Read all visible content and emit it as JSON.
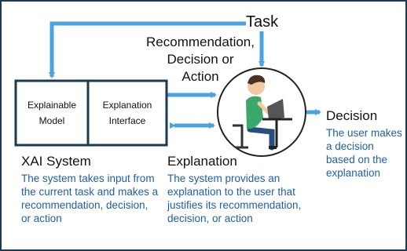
{
  "task": {
    "label": "Task"
  },
  "recommendation": {
    "lines": [
      "Recommendation,",
      "Decision or",
      "Action"
    ]
  },
  "xai_system": {
    "model_label": [
      "Explainable",
      "Model"
    ],
    "interface_label": [
      "Explanation",
      "Interface"
    ],
    "title": "XAI System",
    "description": "The system takes input from the current task and makes a recommendation, decision, or action"
  },
  "explanation": {
    "title": "Explanation",
    "description": "The system provides an explanation to the user that justifies its recommendation, decision, or action"
  },
  "decision": {
    "title": "Decision",
    "description": "The user makes a decision based on the explanation"
  },
  "colors": {
    "arrow": "#4aa3df",
    "box_border": "#1a3a55",
    "description_text": "#1e5fa8",
    "frame": "#1a3a55"
  },
  "icons": {
    "user": "person-at-laptop-icon"
  }
}
